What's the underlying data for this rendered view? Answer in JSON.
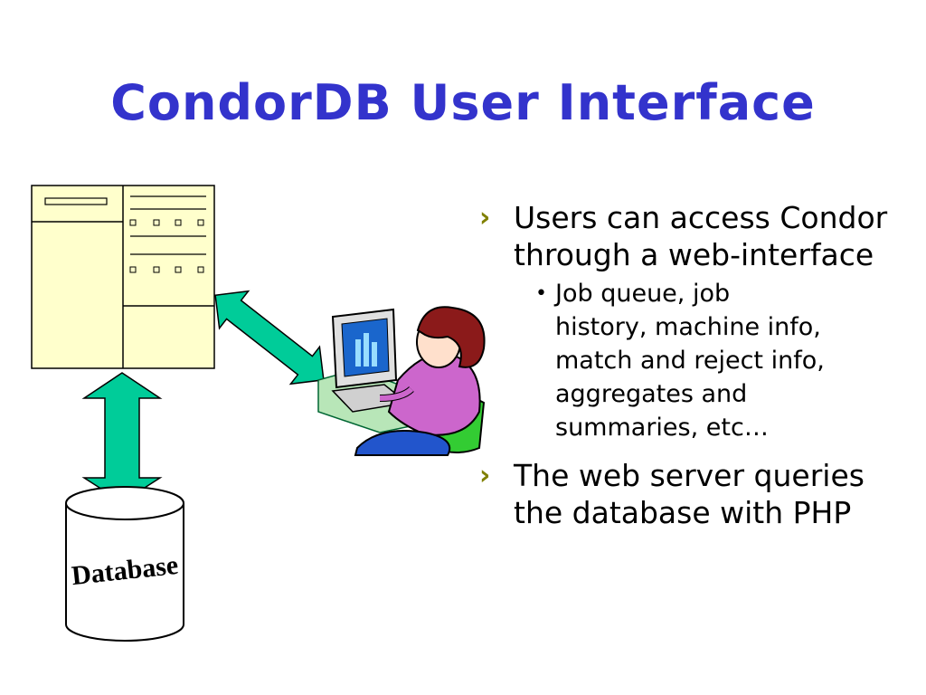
{
  "title": "CondorDB User Interface",
  "diagram": {
    "database_label": "Database"
  },
  "bullets": [
    {
      "text": "Users can access Condor through a web-interface",
      "sub": [
        "Job queue, job history, machine info, match and reject info, aggregates and summaries, etc…"
      ]
    },
    {
      "text": "The web server queries the database with PHP"
    }
  ],
  "colors": {
    "title": "#3333cc",
    "arrow": "#00cc99",
    "panel": "#ffffcc",
    "bullet_marker": "#808000"
  }
}
